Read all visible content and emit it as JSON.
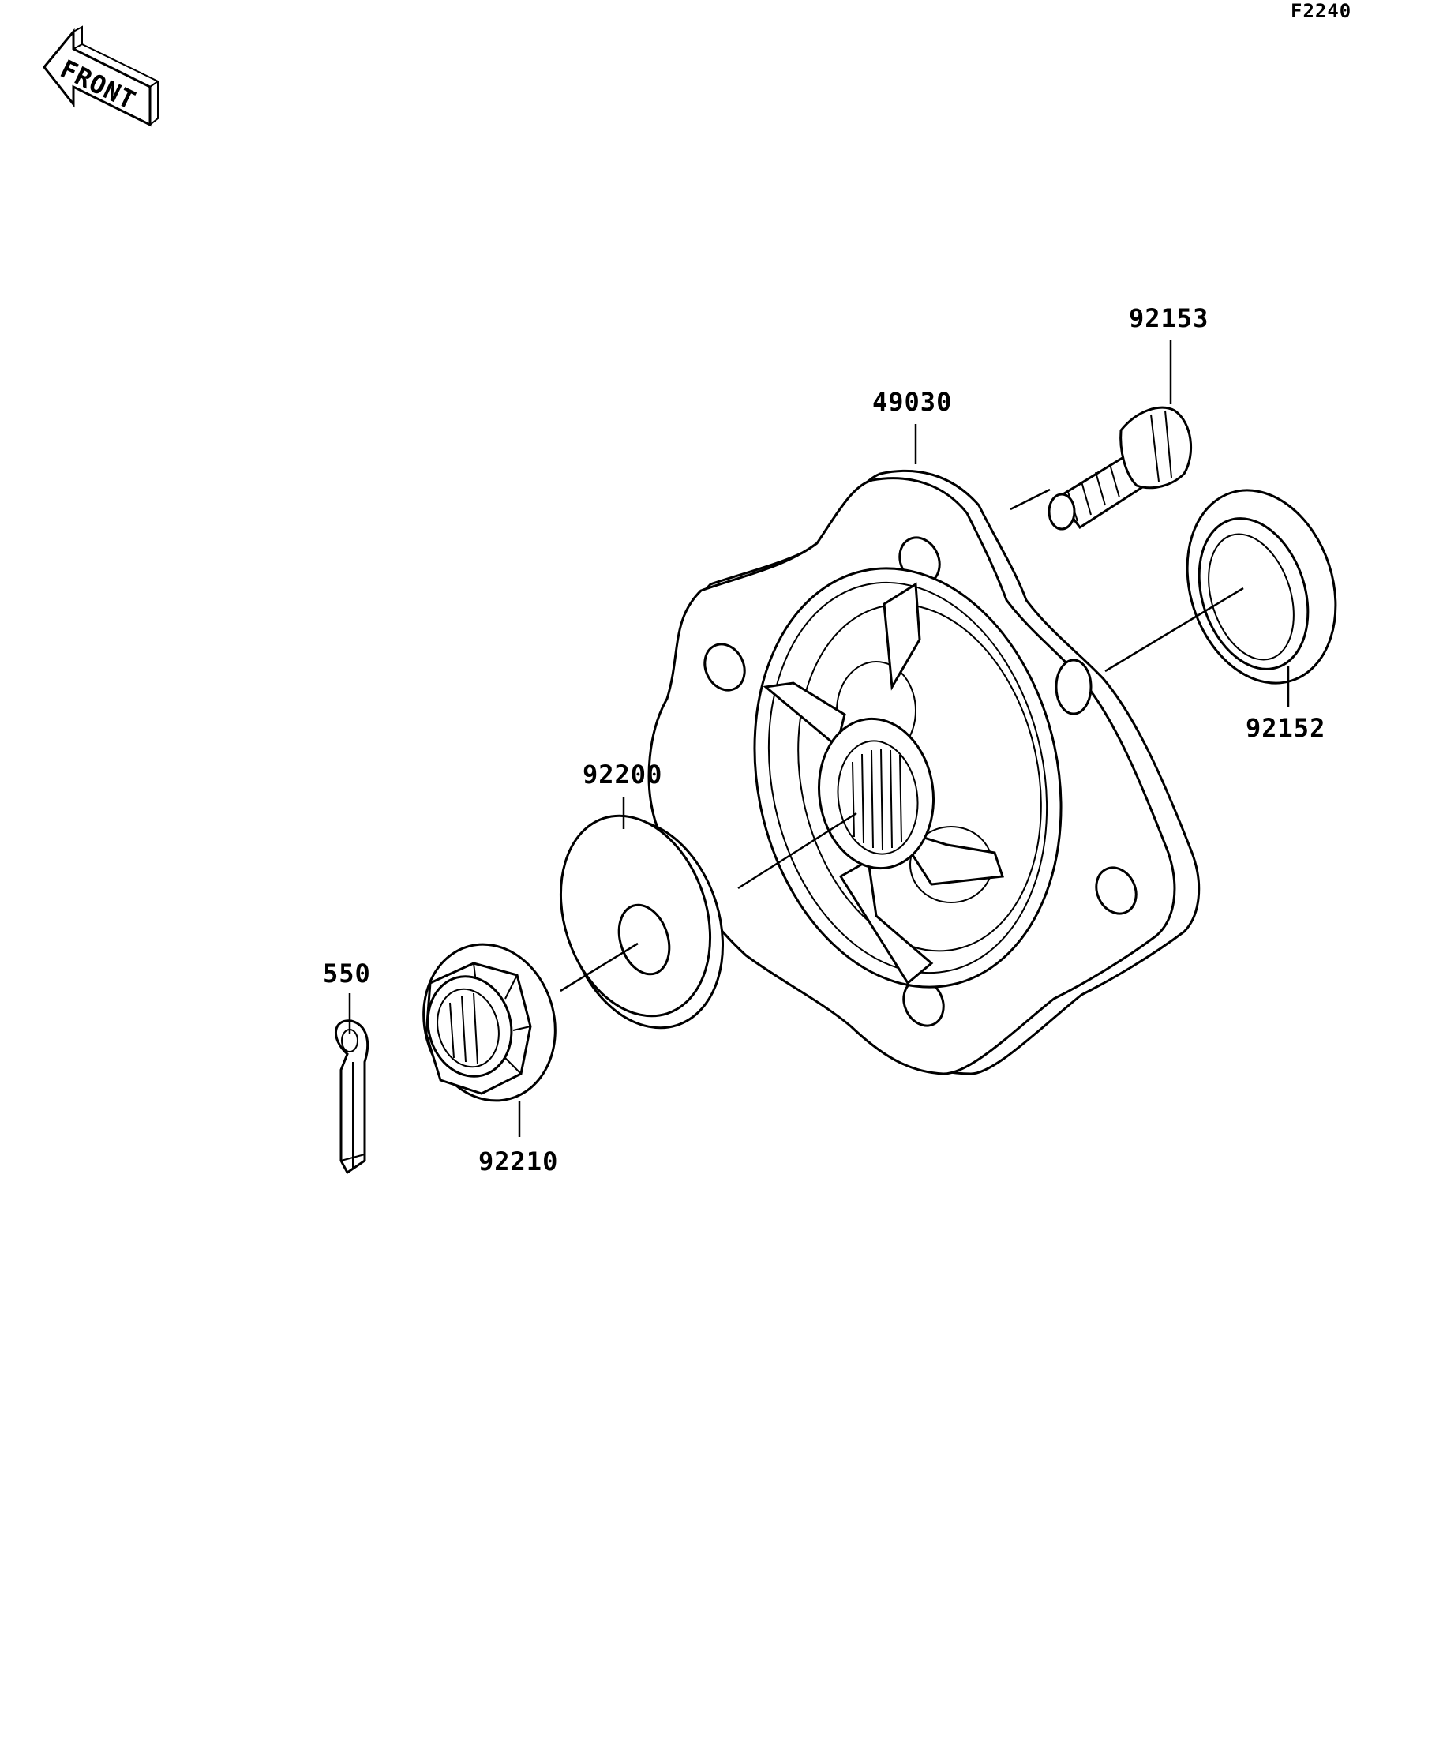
{
  "figure_code": "F2240",
  "front_label": "FRONT",
  "parts": {
    "hub": "49030",
    "stud": "92153",
    "seal": "92152",
    "washer": "92200",
    "cotter_pin": "550",
    "nut": "92210"
  }
}
